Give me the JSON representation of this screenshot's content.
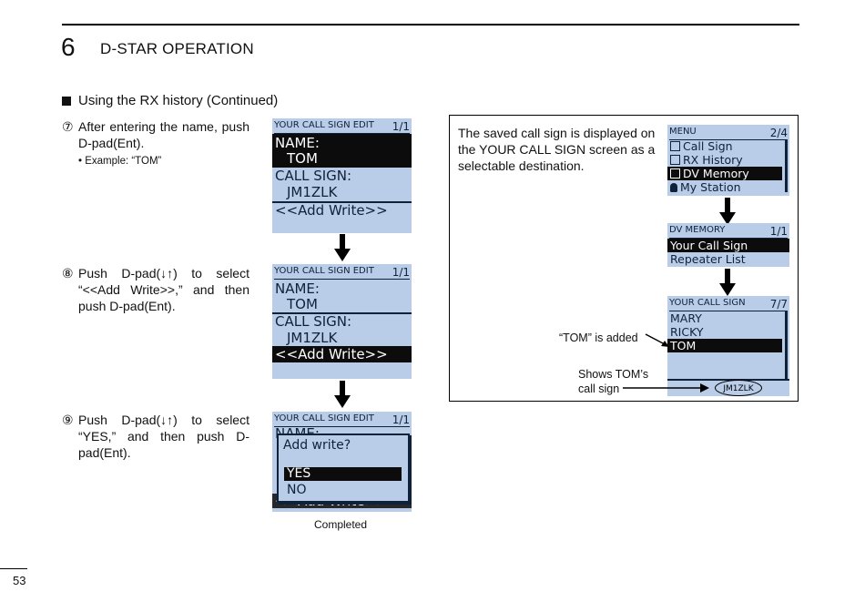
{
  "header": {
    "chapter_number": "6",
    "chapter_title": "D-STAR OPERATION"
  },
  "section_title": "Using the RX history (Continued)",
  "steps": [
    {
      "num": "⑦",
      "text": "After entering the name, push D-pad(Ent).",
      "example": "• Example: “TOM”"
    },
    {
      "num": "⑧",
      "text": "Push D-pad(↓↑) to select “<<Add Write>>,” and then push D-pad(Ent)."
    },
    {
      "num": "⑨",
      "text": "Push D-pad(↓↑) to select “YES,” and then push D-pad(Ent)."
    }
  ],
  "screen1": {
    "title": "YOUR CALL SIGN EDIT",
    "page": "1/1",
    "name_label": "NAME:",
    "name_value": "TOM",
    "callsign_label": "CALL SIGN:",
    "callsign_value": "JM1ZLK",
    "add_write": "<<Add Write>>"
  },
  "screen2": {
    "title": "YOUR CALL SIGN EDIT",
    "page": "1/1",
    "name_label": "NAME:",
    "name_value": "TOM",
    "callsign_label": "CALL SIGN:",
    "callsign_value": "JM1ZLK",
    "add_write": "<<Add Write>>"
  },
  "screen3": {
    "title": "YOUR CALL SIGN EDIT",
    "page": "1/1",
    "partial_label": "NAME:",
    "dialog_title": "Add write?",
    "yes": "YES",
    "no": "NO",
    "partial_bottom": "<<Add Write>>"
  },
  "completed_label": "Completed",
  "box": {
    "description": "The saved call sign is displayed on the YOUR CALL SIGN screen as a selectable destination.",
    "menu": {
      "title": "MENU",
      "page": "2/4",
      "items": [
        "Call Sign",
        "RX History",
        "DV Memory",
        "My Station"
      ]
    },
    "dv_memory": {
      "title": "DV MEMORY",
      "page": "1/1",
      "items": [
        "Your Call Sign",
        "Repeater List"
      ]
    },
    "your_call_sign": {
      "title": "YOUR CALL SIGN",
      "page": "7/7",
      "items": [
        "MARY",
        "RICKY",
        "TOM"
      ],
      "bottom": "JM1ZLK"
    },
    "tom_added": "“TOM” is added",
    "shows_line1": "Shows TOM’s",
    "shows_line2": "call sign"
  },
  "page_number": "53"
}
